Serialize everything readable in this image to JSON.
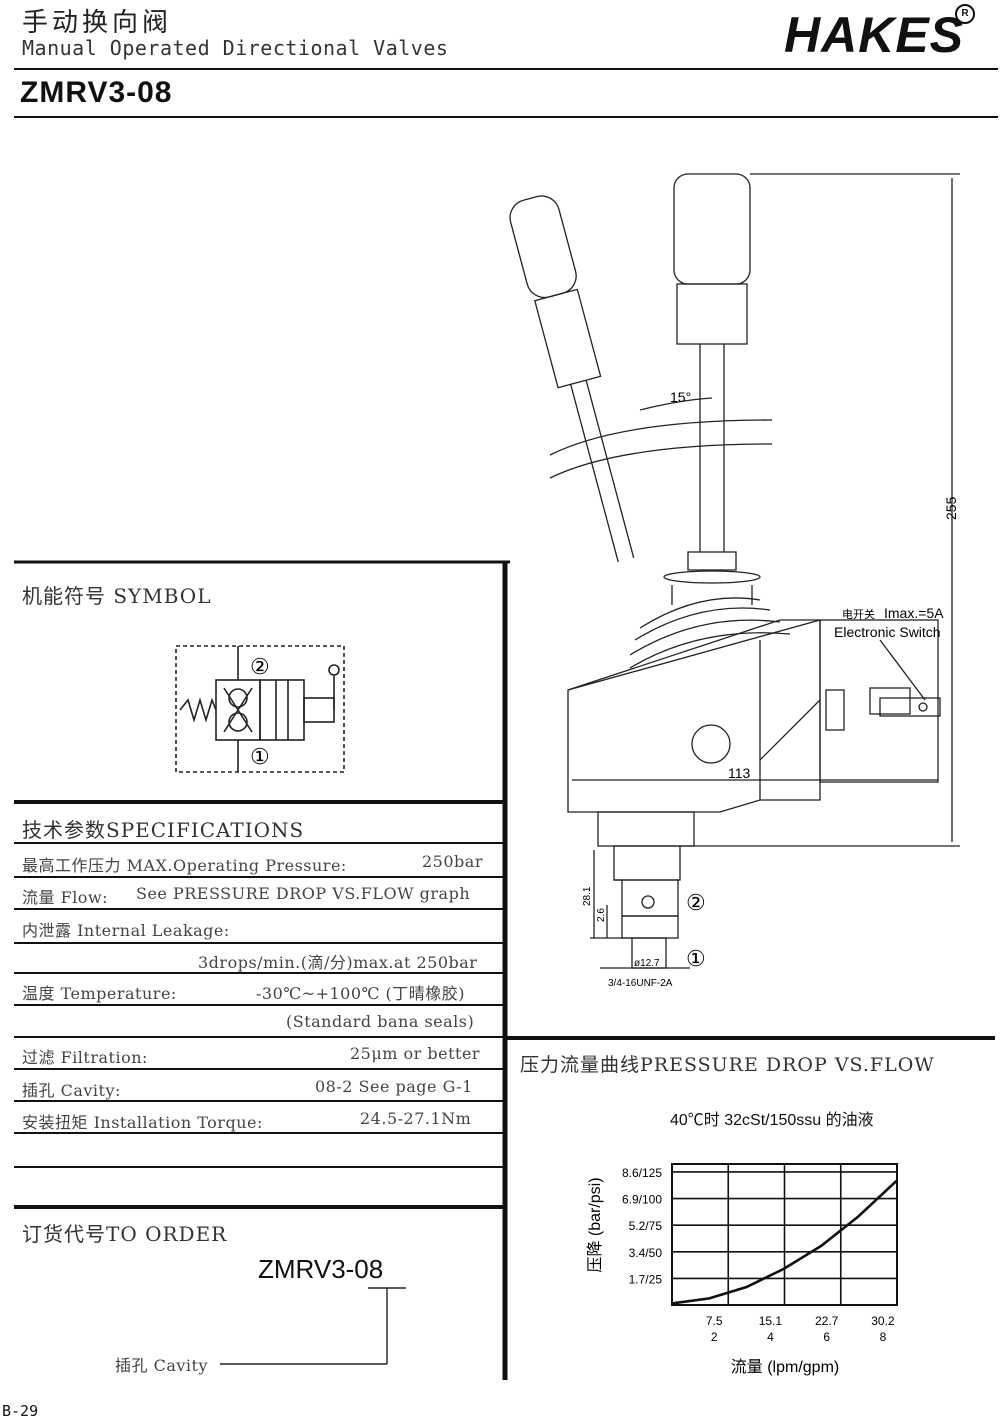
{
  "header": {
    "title_cn": "手动换向阀",
    "title_en": "Manual Operated Directional Valves",
    "brand": "HAKES",
    "model": "ZMRV3-08"
  },
  "symbol": {
    "title": "机能符号 SYMBOL",
    "port_top": "②",
    "port_bottom": "①"
  },
  "drawing": {
    "angle_label": "15°",
    "height_label": "255",
    "width_label": "113",
    "switch_label_cn": "电开关",
    "switch_rating": "Imax.=5A",
    "switch_label_en": "Electronic Switch",
    "dim_28": "28.1",
    "dim_26": "2.6",
    "dim_dia": "ø12.7",
    "thread": "3/4-16UNF-2A",
    "port_2": "②",
    "port_1": "①"
  },
  "specifications": {
    "title": "技术参数SPECIFICATIONS",
    "pressure": {
      "label": "最高工作压力 MAX.Operating Pressure:",
      "value": "250bar"
    },
    "flow": {
      "label": "流量 Flow:",
      "value": "See PRESSURE DROP VS.FLOW graph"
    },
    "leakage": {
      "label": "内泄露 Internal Leakage:",
      "value": "3drops/min.(滴/分)max.at 250bar"
    },
    "temperature": {
      "label": "温度 Temperature:",
      "value": "-30℃~+100℃ (丁晴橡胶)",
      "note": "(Standard bana seals)"
    },
    "filtration": {
      "label": "过滤 Filtration:",
      "value": "25μm or better"
    },
    "cavity": {
      "label": "插孔 Cavity:",
      "value": "08-2 See page G-1"
    },
    "torque": {
      "label": "安装扭矩 Installation Torque:",
      "value": "24.5-27.1Nm"
    }
  },
  "order": {
    "title": "订货代号TO ORDER",
    "code": "ZMRV3-08",
    "cavity_label": "插孔 Cavity"
  },
  "chart_section": {
    "title": "压力流量曲线PRESSURE DROP VS.FLOW"
  },
  "chart_data": {
    "type": "line",
    "title": "40℃时 32cSt/150ssu 的油液",
    "xlabel": "流量 (lpm/gpm)",
    "ylabel": "压降 (bar/psi)",
    "x_ticks": [
      {
        "lpm": "7.5",
        "gpm": "2"
      },
      {
        "lpm": "15.1",
        "gpm": "4"
      },
      {
        "lpm": "22.7",
        "gpm": "6"
      },
      {
        "lpm": "30.2",
        "gpm": "8"
      }
    ],
    "y_ticks": [
      "1.7/25",
      "3.4/50",
      "5.2/75",
      "6.9/100",
      "8.6/125"
    ],
    "xlim": [
      0,
      30.2
    ],
    "ylim": [
      0,
      8.6
    ],
    "grid": true,
    "series": [
      {
        "x": [
          0,
          5,
          10,
          15,
          20,
          25,
          30.2
        ],
        "y": [
          0.1,
          0.4,
          1.1,
          2.2,
          3.6,
          5.4,
          7.6
        ]
      }
    ]
  },
  "footer": {
    "page": "B-29"
  }
}
